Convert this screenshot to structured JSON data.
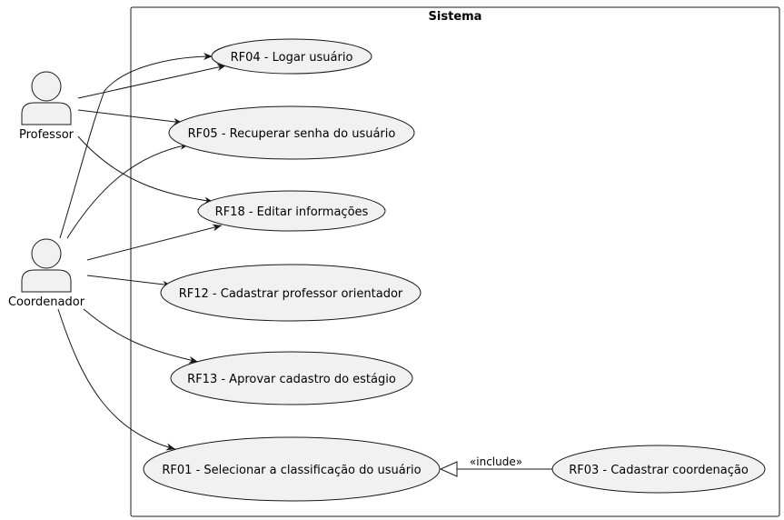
{
  "system": {
    "title": "Sistema"
  },
  "actors": {
    "professor": "Professor",
    "coordenador": "Coordenador"
  },
  "use_cases": {
    "rf04": "RF04 - Logar usuário",
    "rf05": "RF05 - Recuperar senha do usuário",
    "rf18": "RF18 - Editar informações",
    "rf12": "RF12 - Cadastrar professor orientador",
    "rf13": "RF13 - Aprovar cadastro do estágio",
    "rf01": "RF01 - Selecionar a classificação do usuário",
    "rf03": "RF03 - Cadastrar coordenação"
  },
  "relations": {
    "include_label": "«include»"
  },
  "colors": {
    "fill": "#f1f1f1",
    "stroke": "#181818"
  }
}
